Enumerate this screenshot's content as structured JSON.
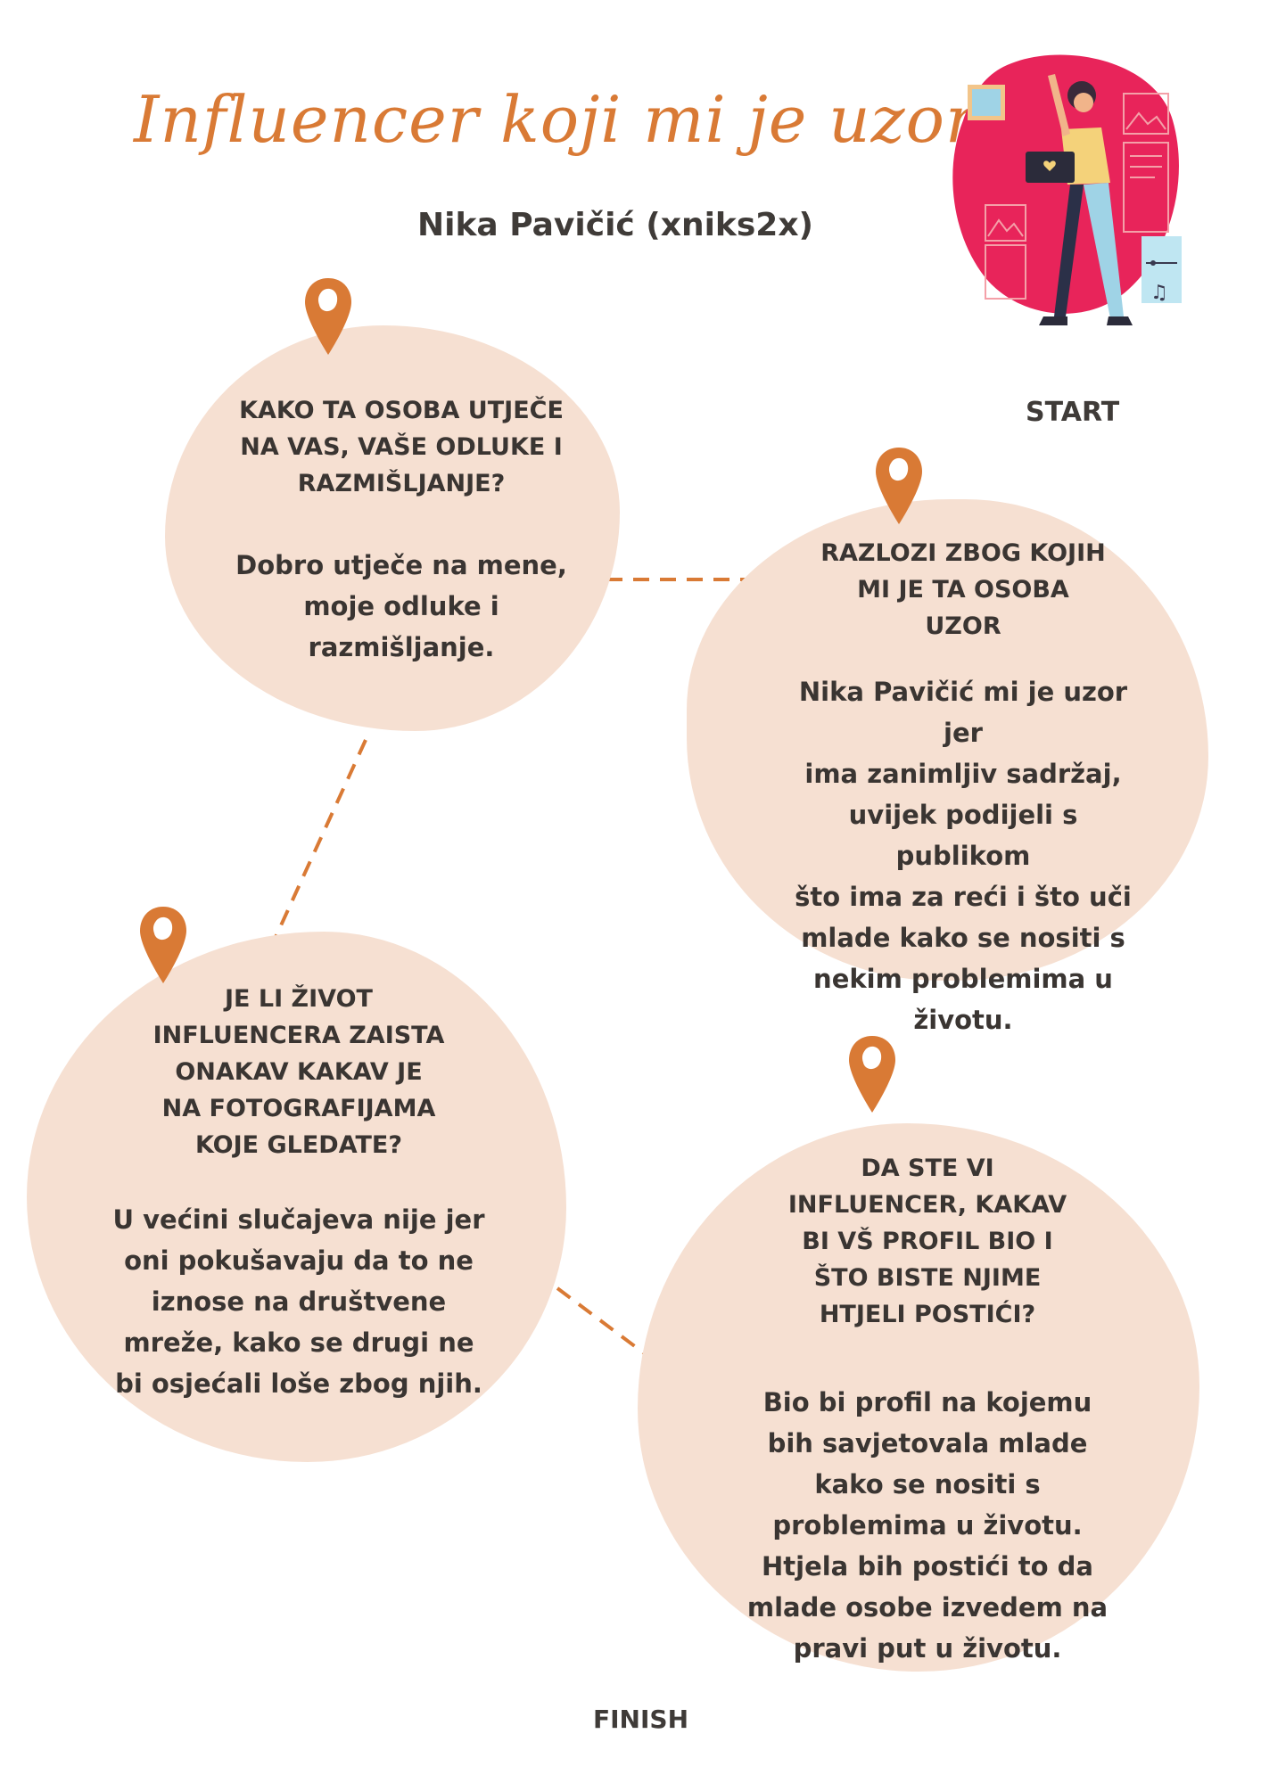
{
  "header": {
    "title": "Influencer koji mi je uzor",
    "subtitle": "Nika Pavičić (xniks2x)"
  },
  "path": {
    "start": "START",
    "finish": "FINISH"
  },
  "cards": [
    {
      "question": "KAKO TA OSOBA UTJEČE\nNA VAS, VAŠE ODLUKE I\nRAZMIŠLJANJE?",
      "answer": "Dobro utječe na mene,\nmoje odluke i\nrazmišljanje."
    },
    {
      "question": "RAZLOZI ZBOG KOJIH\nMI JE TA OSOBA\nUZOR",
      "answer": "Nika Pavičić mi je uzor jer\nima zanimljiv sadržaj,\nuvijek podijeli s publikom\nšto ima za reći  i što uči\nmlade kako se nositi s\nnekim problemima u\nživotu."
    },
    {
      "question": "JE LI ŽIVOT\nINFLUENCERA ZAISTA\nONAKAV KAKAV JE\nNA FOTOGRAFIJAMA\nKOJE GLEDATE?",
      "answer": "U većini slučajeva nije jer\noni pokušavaju da to ne\niznose na društvene\nmreže, kako se drugi ne\nbi osjećali loše zbog njih."
    },
    {
      "question": "DA STE VI\nINFLUENCER, KAKAV\nBI VŠ PROFIL BIO I\nŠTO BISTE NJIME\nHTJELI POSTIĆI?",
      "answer": "Bio bi profil na kojemu\nbih savjetovala mlade\nkako se nositi s\nproblemima u životu.\nHtjela bih postići to da\nmlade osobe izvedem na\npravi put u životu."
    }
  ],
  "colors": {
    "accent": "#d97a35",
    "blob": "#f6e0d2",
    "illustration_bg": "#e8245a",
    "text": "#3a3532"
  },
  "icons": [
    "location-pin-icon",
    "woman-laptop-illustration",
    "music-note-icon"
  ]
}
